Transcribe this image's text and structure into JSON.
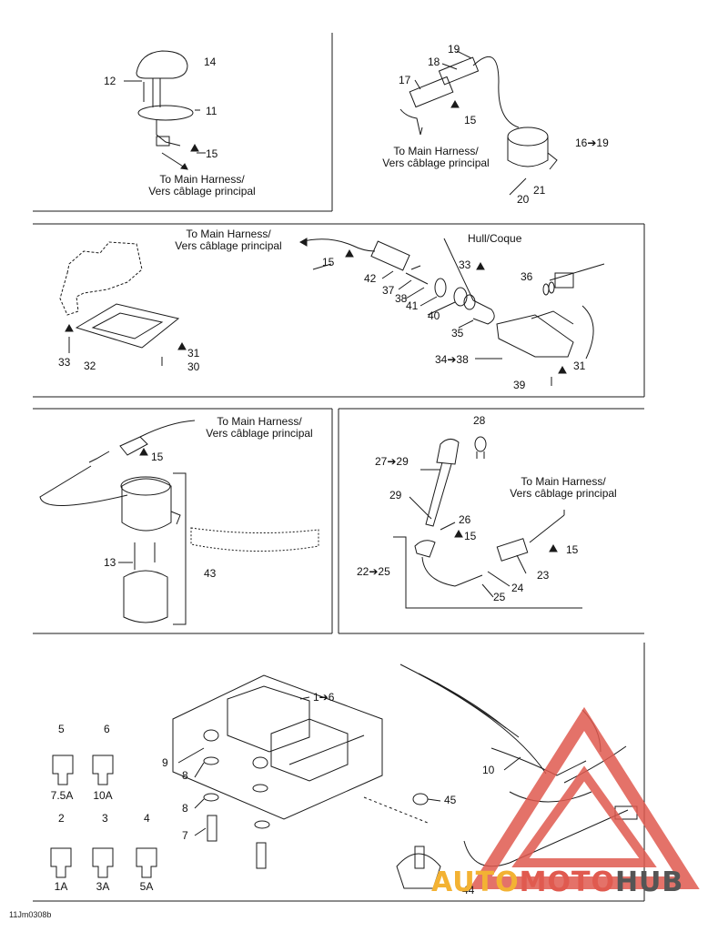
{
  "harness_text": {
    "en": "To Main Harness/",
    "fr": "Vers câblage principal",
    "hull": "Hull/Coque"
  },
  "callouts": {
    "p14": "14",
    "p12": "12",
    "p11": "11",
    "p15a": "15",
    "p19": "19",
    "p18": "18",
    "p17": "17",
    "p15b": "15",
    "p1619": "16➔19",
    "p20": "20",
    "p21": "21",
    "p15c": "15",
    "p42": "42",
    "p37": "37",
    "p38": "38",
    "p41": "41",
    "p40": "40",
    "p33a": "33",
    "p35": "35",
    "p36": "36",
    "p33b": "33",
    "p32": "32",
    "p31a": "31",
    "p30": "30",
    "p3438": "34➔38",
    "p31b": "31",
    "p39": "39",
    "p15d": "15",
    "p13": "13",
    "p43": "43",
    "p28": "28",
    "p2729": "27➔29",
    "p29": "29",
    "p26": "26",
    "p15e": "15",
    "p15f": "15",
    "p2225": "22➔25",
    "p23": "23",
    "p24": "24",
    "p25": "25",
    "p16": "1➔6",
    "p9": "9",
    "p8a": "8",
    "p8b": "8",
    "p7": "7",
    "p45": "45",
    "p44": "44",
    "p10": "10"
  },
  "fuses": [
    {
      "num": "5",
      "rating": "7.5A"
    },
    {
      "num": "6",
      "rating": "10A"
    },
    {
      "num": "2",
      "rating": "1A"
    },
    {
      "num": "3",
      "rating": "3A"
    },
    {
      "num": "4",
      "rating": "5A"
    }
  ],
  "drawing_code": "11Jm0308b",
  "watermark": {
    "part1": "AUTO",
    "part2": "MOTO",
    "part3": "HUB"
  },
  "colors": {
    "line": "#1a1a1a",
    "watermark_red": "#e05a4f",
    "watermark_orange": "#f3b233",
    "watermark_gray": "#555555"
  }
}
